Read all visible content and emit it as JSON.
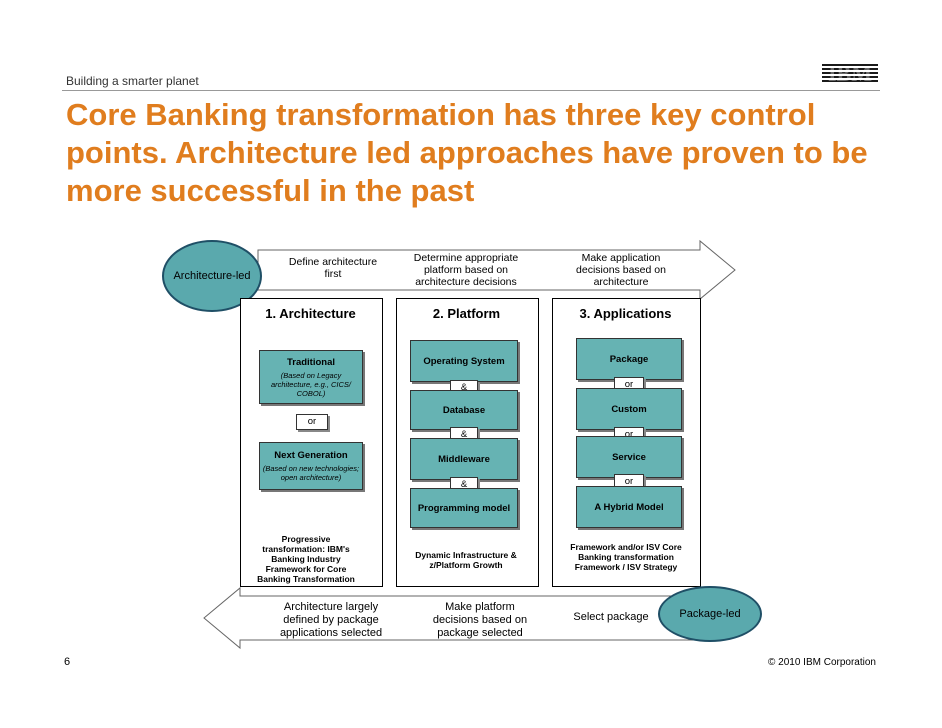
{
  "header": {
    "tagline": "Building a smarter planet",
    "logo_text": "IBM",
    "title": "Core Banking transformation has three key control points. Architecture led approaches have proven to be more successful in the past"
  },
  "top_arrow": {
    "oval_label": "Architecture-led",
    "steps": [
      "Define architecture first",
      "Determine appropriate platform based on architecture decisions",
      "Make application decisions based on architecture"
    ]
  },
  "columns": [
    {
      "heading": "1. Architecture",
      "traditional_title": "Traditional",
      "traditional_sub": "(Based on Legacy architecture, e.g., CICS/ COBOL)",
      "or_label": "or",
      "nextgen_title": "Next Generation",
      "nextgen_sub": "(Based on new technologies; open architecture)",
      "footer_box": "Progressive transformation: IBM's Banking Industry Framework for Core Banking Transformation"
    },
    {
      "heading": "2. Platform",
      "items": [
        "Operating System",
        "Database",
        "Middleware",
        "Programming model"
      ],
      "joiners": [
        "&",
        "&",
        "&"
      ],
      "footer_box": "Dynamic Infrastructure & z/Platform Growth"
    },
    {
      "heading": "3. Applications",
      "items": [
        "Package",
        "Custom",
        "Service",
        "A Hybrid Model"
      ],
      "joiners": [
        "or",
        "or",
        "or"
      ],
      "footer_box": "Framework and/or ISV Core Banking transformation Framework / ISV Strategy"
    }
  ],
  "bottom_arrow": {
    "oval_label": "Package-led",
    "steps": [
      "Architecture largely defined by package applications selected",
      "Make platform decisions based on package selected",
      "Select package"
    ]
  },
  "footer": {
    "page_number": "6",
    "copyright": "© 2010 IBM Corporation"
  },
  "colors": {
    "title": "#e07d1e",
    "box_fill": "#66b3b3",
    "oval_fill": "#5aa9ad",
    "footer_box_fill": "#bdbdbd"
  }
}
